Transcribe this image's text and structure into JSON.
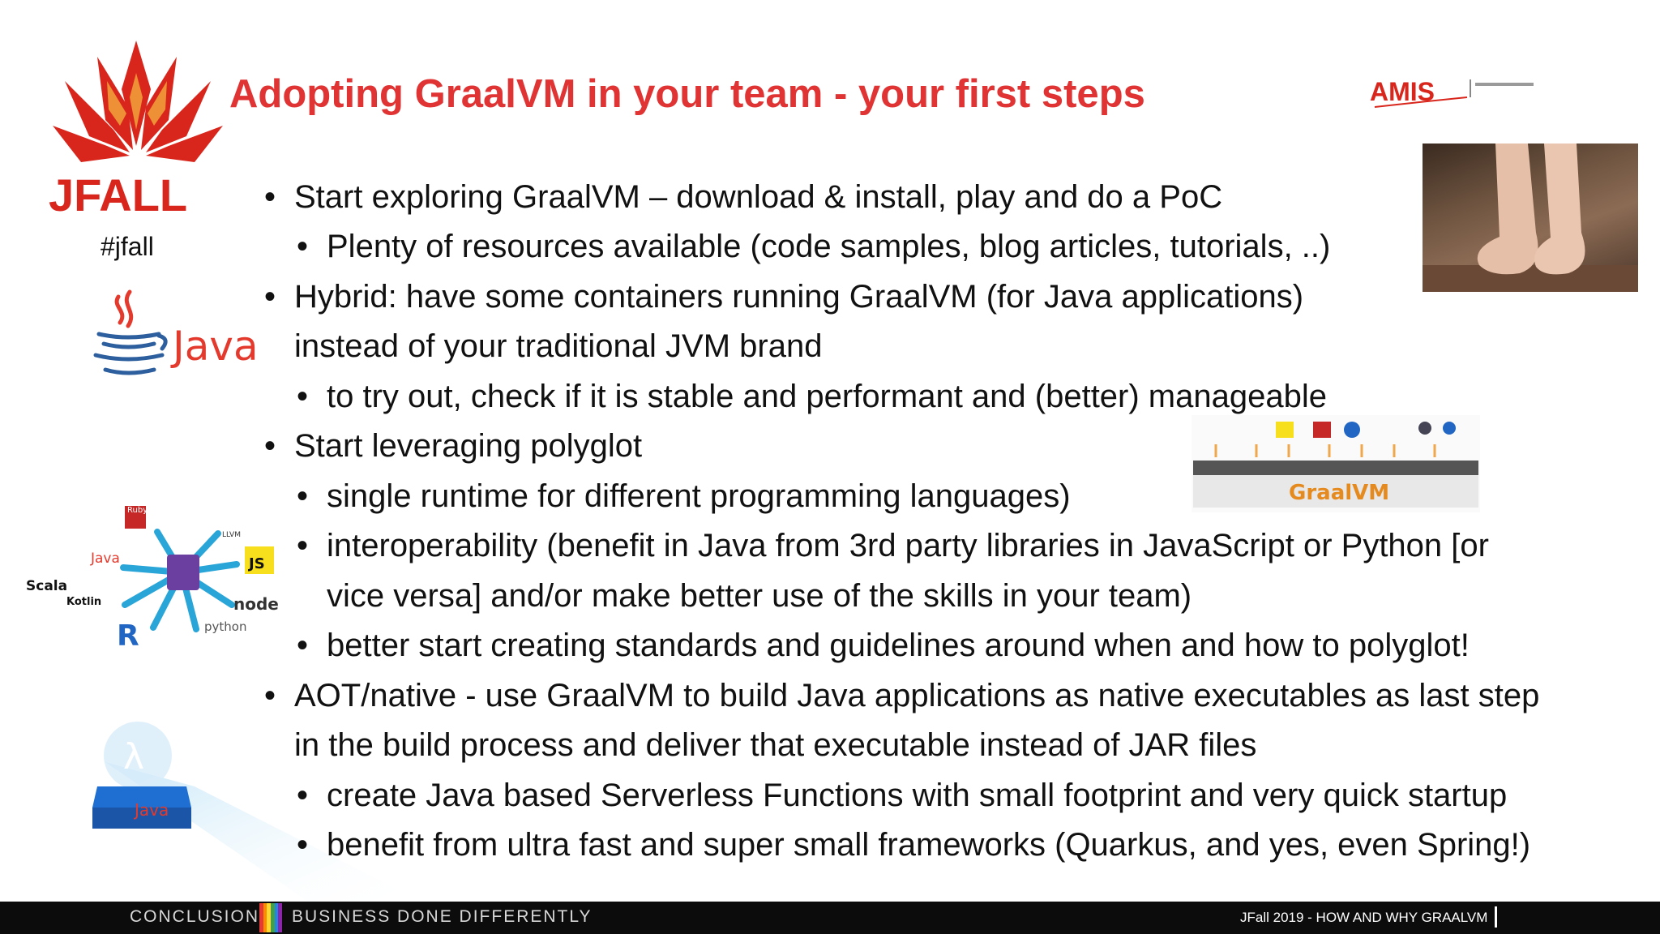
{
  "slide": {
    "title": "Adopting GraalVM in your team - your first steps",
    "hashtag": "#jfall",
    "logos": {
      "jfall": "JFALL",
      "java": "Java",
      "amis": "AMIS"
    },
    "diagram_labels": {
      "ruby": "Ruby",
      "java": "Java",
      "scala": "Scala",
      "kotlin": "Kotlin",
      "r": "R",
      "python": "python",
      "node": "node",
      "js": "JS",
      "llvm": "LLVM",
      "graalvm": "GraalVM",
      "serverless_java": "Java"
    },
    "bullets": [
      {
        "level": 1,
        "text": "Start exploring GraalVM – download & install, play and do a PoC"
      },
      {
        "level": 2,
        "text": "Plenty of resources available (code samples, blog articles, tutorials, ..)"
      },
      {
        "level": 1,
        "text": "Hybrid: have some containers running GraalVM (for Java applications)",
        "continuation": "instead of your traditional JVM brand"
      },
      {
        "level": 2,
        "text": "to try out, check if it is stable and performant and (better) manageable"
      },
      {
        "level": 1,
        "text": "Start leveraging polyglot"
      },
      {
        "level": 2,
        "text": "single runtime for different programming languages)"
      },
      {
        "level": 2,
        "text": "interoperability (benefit in Java from 3rd party libraries in JavaScript or Python [or",
        "continuation": "vice versa] and/or make better use of the skills in your team)"
      },
      {
        "level": 2,
        "text": "better start creating standards and guidelines around when and how to polyglot!"
      },
      {
        "level": 1,
        "text": "AOT/native - use GraalVM to build Java applications as native executables as last step",
        "continuation": "in the build process and deliver that executable instead of JAR files"
      },
      {
        "level": 2,
        "text": "create Java based Serverless Functions with small footprint and very quick startup"
      },
      {
        "level": 2,
        "text": "benefit from ultra fast and super small frameworks (Quarkus, and yes, even Spring!)"
      }
    ]
  },
  "footer": {
    "section": "CONCLUSION",
    "tagline": "BUSINESS DONE DIFFERENTLY",
    "event": "JFall 2019 - HOW AND WHY GRAALVM",
    "rainbow_colors": [
      "#e53935",
      "#fb8c00",
      "#fdd835",
      "#43a047",
      "#1e88e5",
      "#8e24aa"
    ]
  },
  "colors": {
    "title": "#e03333",
    "java_red": "#e43a2d",
    "java_blue": "#2d5f9e",
    "footer_bg": "#0c0c0c"
  }
}
